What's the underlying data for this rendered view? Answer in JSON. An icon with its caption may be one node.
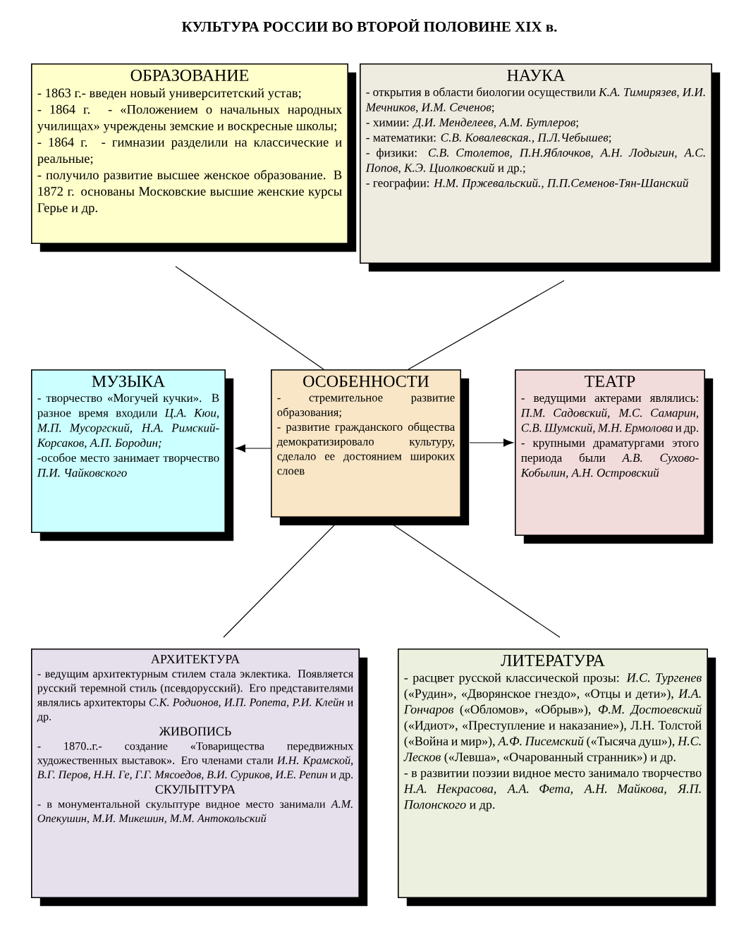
{
  "diagram": {
    "title": "КУЛЬТУРА РОССИИ ВО ВТОРОЙ ПОЛОВИНЕ XIX в.",
    "nodes": [
      {
        "text": [
          "ОБРАЗОВАНИЕ",
          "- 1863 г.- введен новый университетский устав;",
          "- 1864 г. - «Положением о начальных народных училищах» учреждены земские и воскресные школы;",
          "- 1864 г. - гимназии разделили на классические и реальные;",
          "- получило развитие высшее женское образование. В 1872 г. основаны Московские высшие женские курсы Герье и др."
        ]
      },
      {
        "text": [
          "НАУКА",
          "- открытия в области биологии осуществили *К.А. Тимирязев, И.И. Мечников, И.М. Сеченов*;",
          "- химии: *Д.И. Менделеев, А.М. Бутлеров*;",
          "- математики: *С.В. Ковалевская., П.Л.Чебышев*;",
          "- физики: *С.В. Столетов, П.Н.Яблочков, А.Н. Лодыгин, А.С. Попов, К.Э. Циолковский* и др.;",
          "- географии: *Н.М. Пржевальский., П.П.Семенов-Тян-Шанский*"
        ]
      },
      {
        "text": [
          "МУЗЫКА",
          "- творчество «Могучей кучки». В разное время входили *Ц.А. Кюи, М.П. Мусоргский, Н.А. Римский-Корсаков, А.П. Бородин;*",
          "-особое место занимает творчество *П.И. Чайковского*"
        ]
      },
      {
        "text": [
          "ОСОБЕННОСТИ",
          "- стремительное развитие образования;",
          "- развитие гражданского общества демократизировало культуру, сделало ее достоянием широких слоев"
        ]
      },
      {
        "text": [
          "ТЕАТР",
          "- ведущими актерами являлись: *П.М. Садовский, М.С. Самарин, С.В. Шумский, М.Н. Ермолова* и др.",
          "- крупными драматургами этого периода были *А.В. Сухово-Кобылин, А.Н. Островский*"
        ]
      },
      {
        "text": [
          "АРХИТЕКТУРА",
          "- ведущим архитектурным стилем стала эклектика. Появляется русский теремной стиль (псевдорусский). Его представителями являлись архитекторы *С.К. Родионов, И.П. Ропета, Р.И. Клейн* и др.",
          "ЖИВОПИСЬ",
          "- 1870..г.- создание «Товарищества передвижных художественных выставок». Его членами стали *И.Н. Крамской, В.Г. Перов, Н.Н. Ге, Г.Г. Мясоедов, В.И. Суриков, И.Е. Репин* и др.",
          "СКУЛЬПТУРА",
          "- в монументальной скульптуре видное место занимали *А.М. Опекушин, М.И. Микешин, М.М. Антокольский*"
        ]
      },
      {
        "text": [
          "ЛИТЕРАТУРА",
          "- расцвет русской классической прозы: *И.С. Тургенев* («Рудин», «Дворянское гнездо», «Отцы и дети»), *И.А. Гончаров* («Обломов», «Обрыв»), *Ф.М. Достоевский* («Идиот», «Преступление и наказание»), Л.Н. Толстой («Война и мир»), *А.Ф. Писемский* («Тысяча душ»), *Н.С. Лесков* («Левша», «Очарованный странник») и др.",
          "- в развитии поэзии видное место занимало творчество *Н.А. Некрасова, А.А. Фета, А.Н. Майкова, Я.П. Полонского* и др."
        ]
      }
    ],
    "edges": [
      {
        "from": 3,
        "to": 0,
        "arrow": "none"
      },
      {
        "from": 3,
        "to": 1,
        "arrow": "none"
      },
      {
        "from": 3,
        "to": 2,
        "arrow": "to"
      },
      {
        "from": 3,
        "to": 4,
        "arrow": "to"
      },
      {
        "from": 3,
        "to": 5,
        "arrow": "none"
      },
      {
        "from": 3,
        "to": 6,
        "arrow": "none"
      }
    ]
  }
}
